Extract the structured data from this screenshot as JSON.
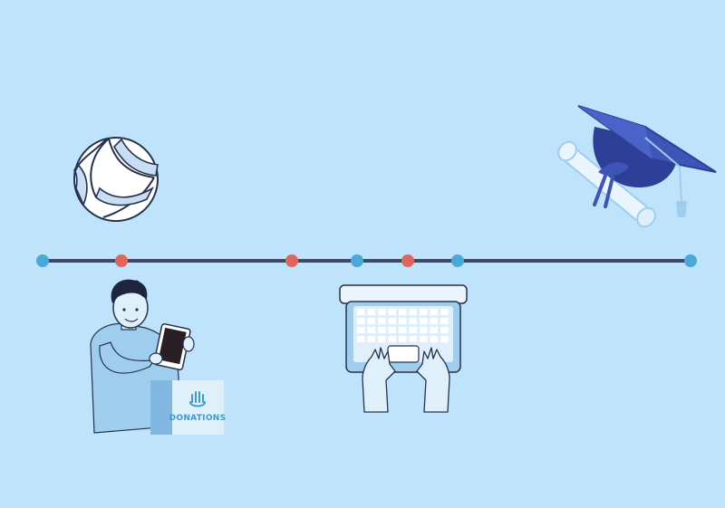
{
  "colors": {
    "background": "#bfe3fa",
    "timeline_line": "#3b4a6b",
    "marker_blue": "#4aa9d6",
    "marker_red": "#e0655a",
    "outline": "#26324d",
    "light_blue": "#9fcdee",
    "pale_blue": "#dff0fb",
    "cap_blue": "#3e55b8",
    "cap_dark": "#2d3f96"
  },
  "timeline": {
    "markers": [
      {
        "color": "blue"
      },
      {
        "color": "red"
      },
      {
        "color": "red"
      },
      {
        "color": "blue"
      },
      {
        "color": "red"
      },
      {
        "color": "blue"
      },
      {
        "color": "blue"
      }
    ]
  },
  "illustrations": {
    "volleyball": {
      "icon": "volleyball-icon"
    },
    "graduation": {
      "icon": "graduation-cap-icon"
    },
    "volunteer": {
      "icon": "person-with-tablet-icon",
      "box_label": "DONATIONS"
    },
    "laptop": {
      "icon": "laptop-typing-icon"
    }
  }
}
